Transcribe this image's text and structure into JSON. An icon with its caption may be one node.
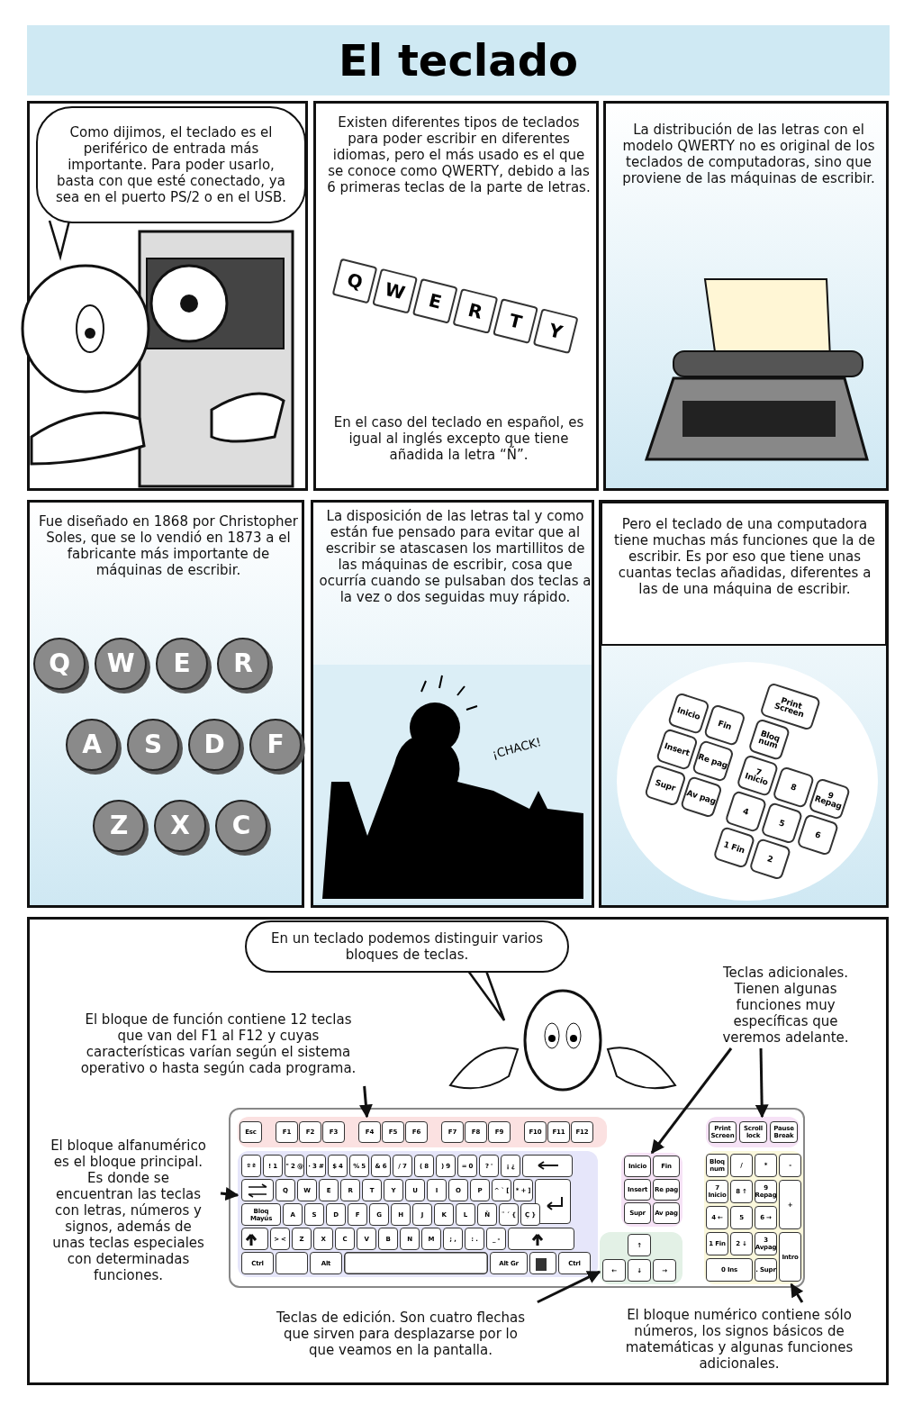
{
  "diagram": {
    "title": "El teclado",
    "nodes": [
      {
        "text": [
          "Como dijimos, el teclado es el periférico de entrada más importante. Para poder usarlo, basta con que esté conectado, ya sea en el puerto PS/2 o en el USB."
        ]
      },
      {
        "text": [
          "Existen diferentes tipos de teclados para poder escribir en diferentes idiomas, pero el más usado es el que se conoce como QWERTY, debido a las 6 primeras teclas de la parte de letras.",
          "En el caso del teclado en español, es igual al inglés excepto que tiene añadida la letra “Ñ”."
        ]
      },
      {
        "text": [
          "La distribución de las letras con el modelo QWERTY no es original de los teclados de computadoras, sino que proviene de las máquinas de escribir."
        ]
      },
      {
        "text": [
          "Fue diseñado en 1868 por Christopher Soles, que se lo vendió en 1873 a el fabricante más importante de máquinas de escribir."
        ]
      },
      {
        "text": [
          "La disposición de las letras tal y como están fue pensado para evitar que al escribir se atascasen los martillitos de las máquinas de escribir, cosa que ocurría cuando se pulsaban dos teclas a la vez o dos seguidas muy rápido."
        ]
      },
      {
        "text": [
          "Pero el teclado de una computadora tiene muchas más funciones que la de escribir. Es por eso que tiene unas cuantas teclas añadidas, diferentes a las de una máquina de escribir."
        ]
      },
      {
        "text": [
          "En un teclado podemos distinguir varios bloques de teclas."
        ]
      },
      {
        "text": [
          "El bloque de función contiene 12 teclas que van del F1 al F12 y cuyas características varían según el sistema operativo o hasta según cada programa."
        ]
      },
      {
        "text": [
          "El bloque alfanumérico es el bloque principal. Es donde se encuentran las teclas con letras, números y signos, además de unas teclas especiales con determinadas funciones."
        ]
      },
      {
        "text": [
          "Teclas adicionales. Tienen algunas funciones muy específicas que veremos adelante."
        ]
      },
      {
        "text": [
          "Teclas de edición. Son cuatro flechas que sirven para desplazarse por lo que veamos en la pantalla."
        ]
      },
      {
        "text": [
          "El bloque numérico contiene sólo números, los signos básicos de matemáticas y algunas funciones adicionales."
        ]
      },
      {
        "text": [],
        "shape": "box"
      },
      {
        "text": [],
        "shape": "box",
        "in": 12
      },
      {
        "text": [],
        "shape": "box",
        "in": 12
      },
      {
        "text": [],
        "shape": "box",
        "in": 12
      },
      {
        "text": [],
        "shape": "box",
        "in": 12
      },
      {
        "text": [],
        "shape": "box",
        "in": 12
      },
      {
        "text": [],
        "shape": "box",
        "in": 12
      }
    ],
    "edges": [
      {
        "from": 7,
        "to": 13,
        "arrow": "to"
      },
      {
        "from": 8,
        "to": 15,
        "arrow": "to"
      },
      {
        "from": 9,
        "to": 16,
        "arrow": "to"
      },
      {
        "from": 9,
        "to": 14,
        "arrow": "to"
      },
      {
        "from": 10,
        "to": 17,
        "arrow": "to"
      },
      {
        "from": 11,
        "to": 18,
        "arrow": "to"
      }
    ],
    "labels": [
      "Q",
      "W",
      "E",
      "R",
      "T",
      "Y",
      "Q",
      "W",
      "E",
      "R",
      "A",
      "S",
      "D",
      "F",
      "Z",
      "X",
      "C",
      "¡CHACK!",
      "Print Screen",
      "Inicio",
      "Fin",
      "Insert",
      "Re pag",
      "Supr",
      "Av pag",
      "Bloq num",
      "7 Inicio",
      "8",
      "9 Repag",
      "4",
      "5",
      "6",
      "1 Fin",
      "2",
      "Esc",
      "F1",
      "F2",
      "F3",
      "F4",
      "F5",
      "F6",
      "F7",
      "F8",
      "F9",
      "F10",
      "F11",
      "F12",
      "Print Screen",
      "Scroll lock",
      "Pause Break",
      "º ª",
      "! 1",
      "\" 2 @",
      "· 3 #",
      "$ 4",
      "% 5",
      "& 6",
      "/ 7",
      "( 8",
      ") 9",
      "= 0",
      "? '",
      "¡ ¿",
      "Q",
      "W",
      "E",
      "R",
      "T",
      "Y",
      "U",
      "I",
      "O",
      "P",
      "^ ` [",
      "* + ]",
      "Bloq Mayús",
      "A",
      "S",
      "D",
      "F",
      "G",
      "H",
      "J",
      "K",
      "L",
      "Ñ",
      "¨ ´ {",
      "Ç }",
      "> <",
      "Z",
      "X",
      "C",
      "V",
      "B",
      "N",
      "M",
      "; ,",
      ": .",
      "_ -",
      "Ctrl",
      "Alt",
      "Alt Gr",
      "Ctrl",
      "Inicio",
      "Fin",
      "Insert",
      "Re pag",
      "Supr",
      "Av pag",
      "Bloq num",
      "/",
      "*",
      "-",
      "7 Inicio",
      "8 ↑",
      "9 Repag",
      "+",
      "4 ←",
      "5",
      "6 →",
      "1 Fin",
      "2 ↓",
      "3 Avpag",
      "Intro",
      "0 Ins",
      ". Supr",
      "↑",
      "←",
      "↓",
      "→"
    ]
  }
}
